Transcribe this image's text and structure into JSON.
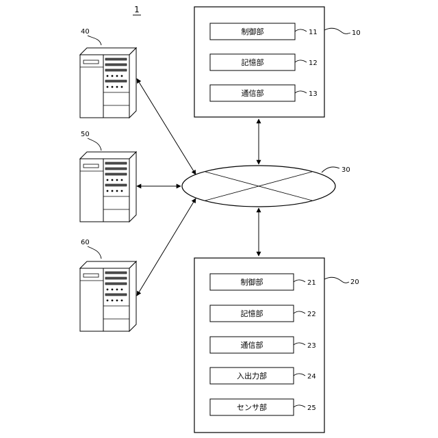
{
  "system_label": "1",
  "unit_10": {
    "ref": "10",
    "parts": [
      {
        "label": "制御部",
        "ref": "11"
      },
      {
        "label": "記憶部",
        "ref": "12"
      },
      {
        "label": "通信部",
        "ref": "13"
      }
    ]
  },
  "unit_20": {
    "ref": "20",
    "parts": [
      {
        "label": "制御部",
        "ref": "21"
      },
      {
        "label": "記憶部",
        "ref": "22"
      },
      {
        "label": "通信部",
        "ref": "23"
      },
      {
        "label": "入出力部",
        "ref": "24"
      },
      {
        "label": "センサ部",
        "ref": "25"
      }
    ]
  },
  "network_ref": "30",
  "servers": [
    {
      "ref": "40"
    },
    {
      "ref": "50"
    },
    {
      "ref": "60"
    }
  ]
}
